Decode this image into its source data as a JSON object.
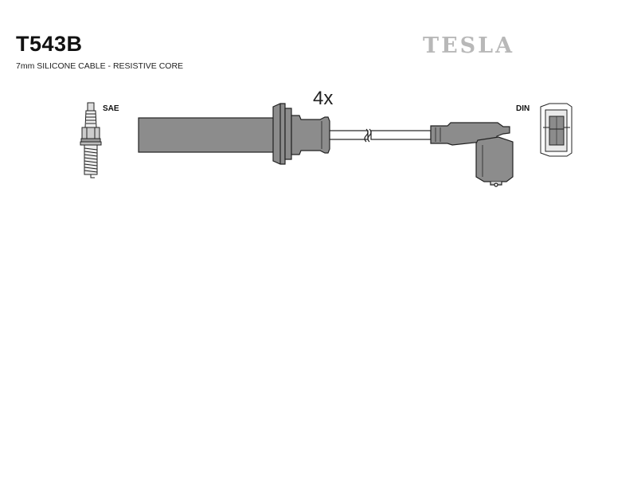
{
  "header": {
    "part_number": "T543B",
    "cable_spec": "7mm SILICONE CABLE - RESISTIVE CORE",
    "brand": "TESLA"
  },
  "diagram": {
    "left_connector_label": "SAE",
    "right_connector_label": "DIN",
    "quantity_label": "4x"
  },
  "colors": {
    "boot_fill": "#8c8c8c",
    "cable_fill": "#ffffff",
    "outline": "#222222",
    "brand_gray": "#b8b8b8"
  }
}
